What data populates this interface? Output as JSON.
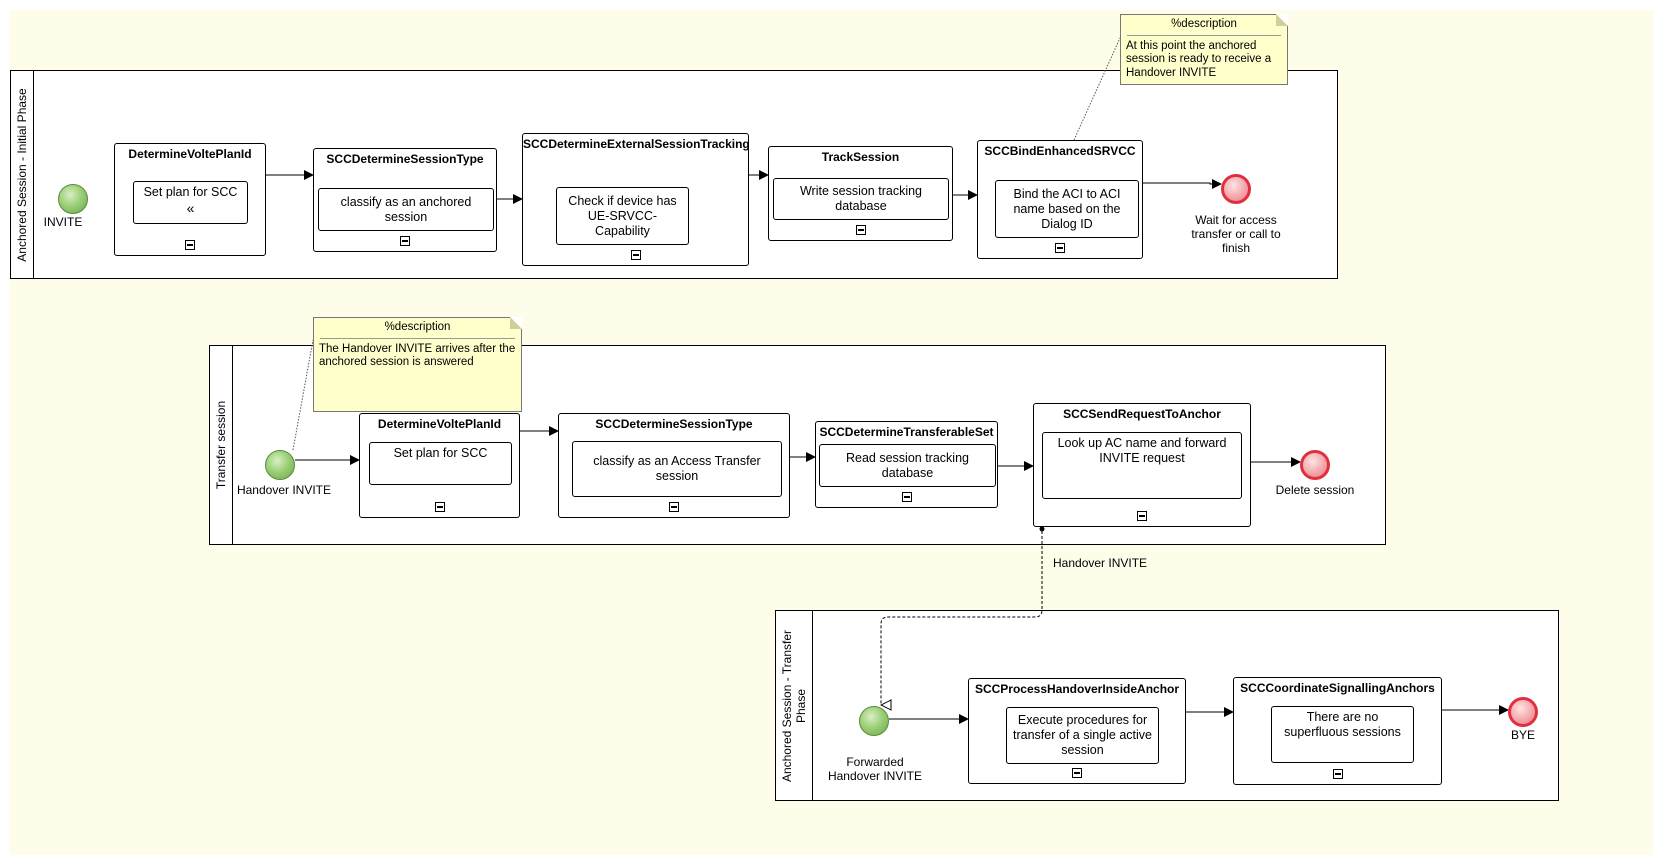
{
  "pools": {
    "initial": {
      "label": "Anchored Session - Initial Phase"
    },
    "transfer": {
      "label": "Transfer session"
    },
    "anchored_transfer": {
      "label": "Anchored Session - Transfer Phase"
    }
  },
  "initial": {
    "start_label": "INVITE",
    "task1": {
      "title": "DetermineVoltePlanId",
      "detail": "Set plan for SCC",
      "detail_icon": "«"
    },
    "task2": {
      "title": "SCCDetermineSessionType",
      "detail": "classify as an anchored session"
    },
    "task3": {
      "title": "SCCDetermineExternalSessionTracking",
      "detail": "Check if device has UE-SRVCC-Capability"
    },
    "task4": {
      "title": "TrackSession",
      "detail": "Write session tracking database"
    },
    "task5": {
      "title": "SCCBindEnhancedSRVCC",
      "detail": "Bind the ACI to ACI name based on the Dialog ID"
    },
    "end_label": "Wait for access transfer or call to finish"
  },
  "transfer": {
    "start_label": "Handover INVITE",
    "task1": {
      "title": "DetermineVoltePlanId",
      "detail": "Set plan for SCC"
    },
    "task2": {
      "title": "SCCDetermineSessionType",
      "detail": "classify as an Access Transfer session"
    },
    "task3": {
      "title": "SCCDetermineTransferableSet",
      "detail": "Read session tracking database"
    },
    "task4": {
      "title": "SCCSendRequestToAnchor",
      "detail": "Look up AC name and forward INVITE request"
    },
    "end_label": "Delete session",
    "message_flow_label": "Handover INVITE"
  },
  "anchored_transfer": {
    "start_label": "Forwarded Handover INVITE",
    "task1": {
      "title": "SCCProcessHandoverInsideAnchor",
      "detail": "Execute procedures for transfer of a single active session"
    },
    "task2": {
      "title": "SCCCoordinateSignallingAnchors",
      "detail": "There are no superfluous sessions"
    },
    "end_label": "BYE"
  },
  "notes": {
    "note1": {
      "title": "%description",
      "body": "At this point the anchored session is ready to receive a Handover INVITE"
    },
    "note2": {
      "title": "%description",
      "body": "The Handover INVITE arrives after the anchored session is answered"
    }
  },
  "colors": {
    "start_event": "#9ccf78",
    "end_event": "#e03040",
    "note_fill": "#ffffcc",
    "background": "#fdfdea"
  }
}
